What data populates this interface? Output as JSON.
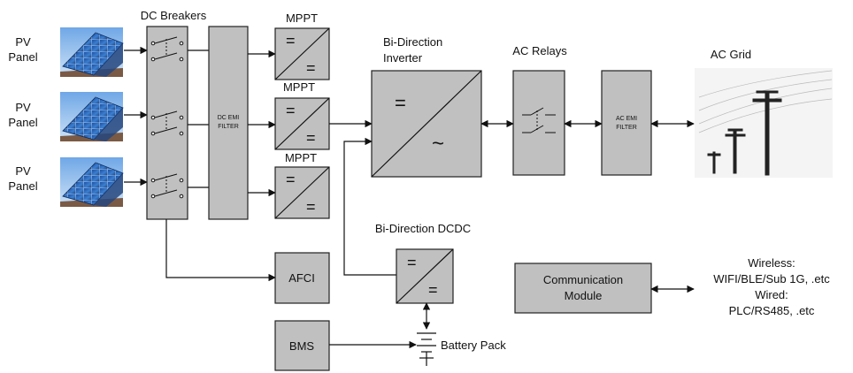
{
  "pv_panels": [
    {
      "line1": "PV",
      "line2": "Panel"
    },
    {
      "line1": "PV",
      "line2": "Panel"
    },
    {
      "line1": "PV",
      "line2": "Panel"
    }
  ],
  "dc_breakers_label": "DC Breakers",
  "dc_emi_filter": {
    "line1": "DC EMI",
    "line2": "FILTER"
  },
  "mppt_labels": [
    "MPPT",
    "MPPT",
    "MPPT"
  ],
  "converter_symbols": {
    "dc": "=",
    "ac": "~"
  },
  "inverter_label": {
    "line1": "Bi-Direction",
    "line2": "Inverter"
  },
  "ac_relays_label": "AC Relays",
  "ac_emi_filter": {
    "line1": "AC EMI",
    "line2": "FILTER"
  },
  "ac_grid_label": "AC Grid",
  "dcdc_label": "Bi-Direction DCDC",
  "afci_label": "AFCI",
  "bms_label": "BMS",
  "battery_label": "Battery Pack",
  "comm_module": {
    "line1": "Communication",
    "line2": "Module"
  },
  "connectivity": {
    "wireless_title": "Wireless:",
    "wireless_detail": "WIFI/BLE/Sub 1G, .etc",
    "wired_title": "Wired:",
    "wired_detail": "PLC/RS485, .etc"
  }
}
